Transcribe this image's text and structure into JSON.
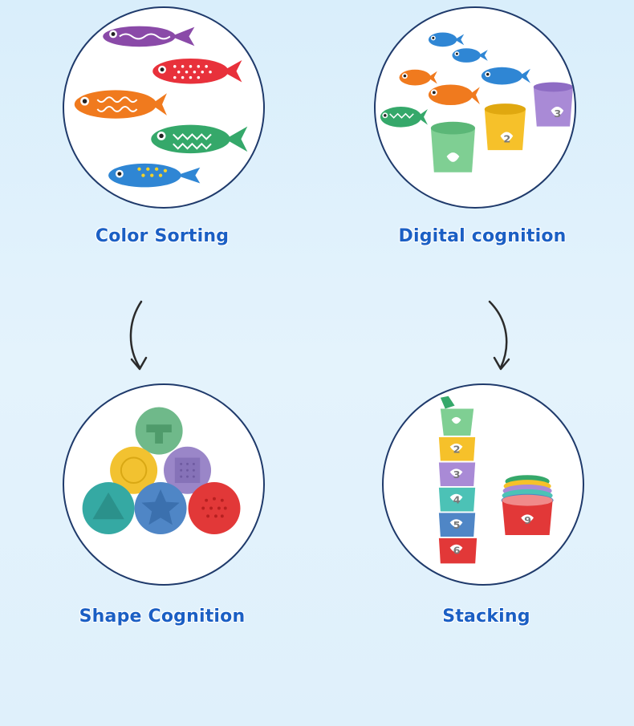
{
  "panels": [
    {
      "id": "color-sorting",
      "label": "Color Sorting",
      "icon": "fish-toys"
    },
    {
      "id": "digital-cognition",
      "label": "Digital cognition",
      "icon": "fish-and-number-cups"
    },
    {
      "id": "shape-cognition",
      "label": "Shape Cognition",
      "icon": "shape-blocks"
    },
    {
      "id": "stacking",
      "label": "Stacking",
      "icon": "stacking-cups"
    }
  ],
  "cup_numbers": {
    "digital": [
      "2",
      "3"
    ],
    "tower": [
      "2",
      "3",
      "4",
      "5",
      "6"
    ],
    "side_stack": "9"
  },
  "colors": {
    "label_text": "#1b5fc4",
    "circle_border": "#1f3a6b",
    "background": "#dcf0fb"
  }
}
